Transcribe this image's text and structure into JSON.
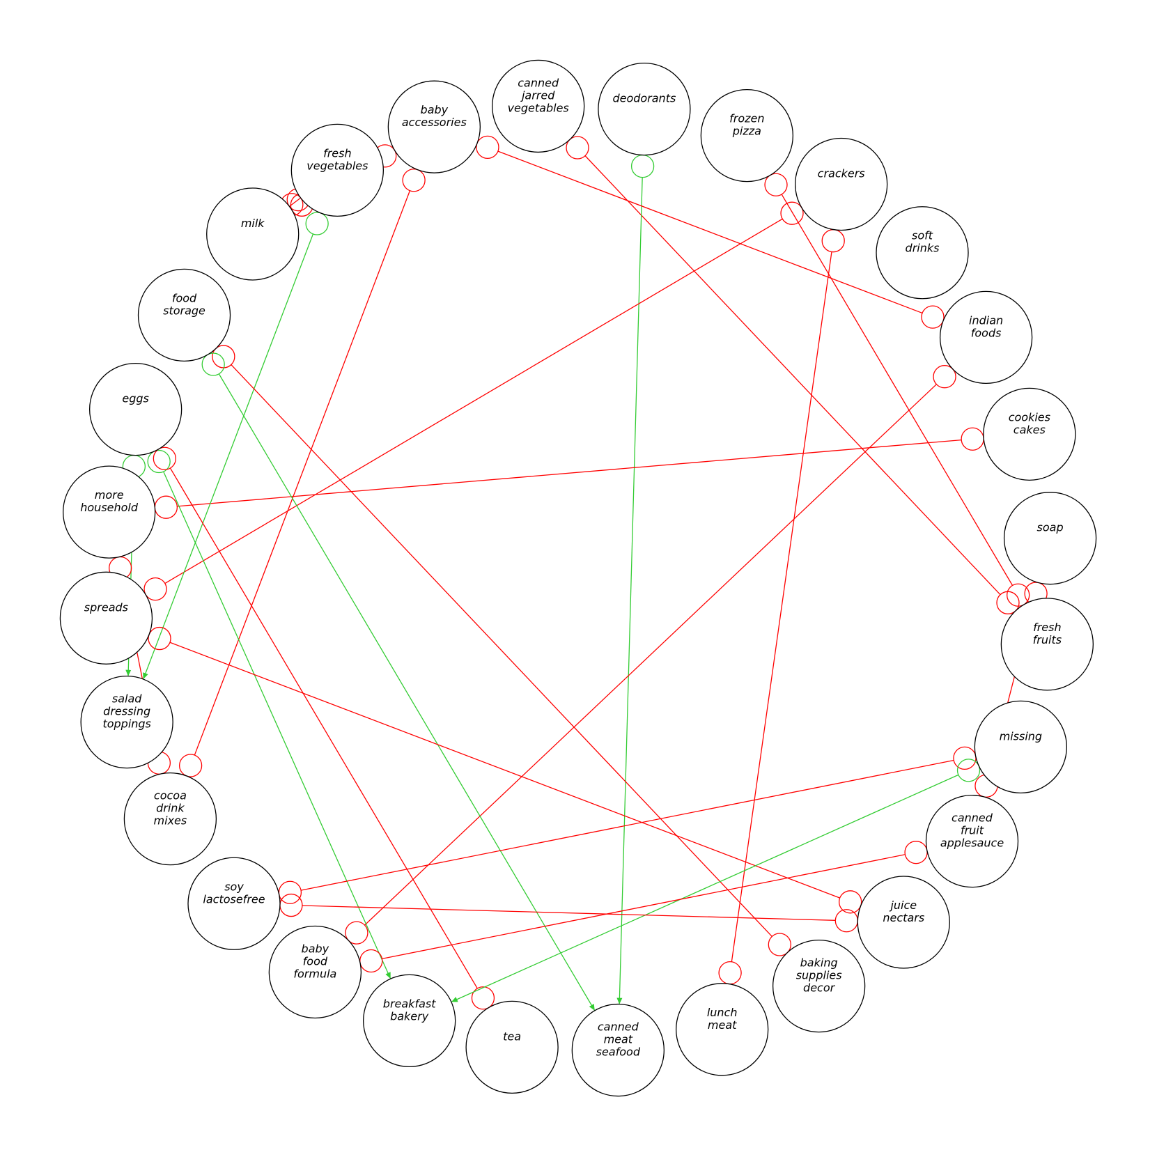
{
  "colors": {
    "inhibit": "#ff0000",
    "activate": "#33cc33",
    "node_stroke": "#000000"
  },
  "nodes": [
    {
      "id": "deodorants",
      "lines": [
        "deodorants"
      ]
    },
    {
      "id": "frozen-pizza",
      "lines": [
        "frozen",
        "pizza"
      ]
    },
    {
      "id": "crackers",
      "lines": [
        "crackers"
      ]
    },
    {
      "id": "soft-drinks",
      "lines": [
        "soft",
        "drinks"
      ]
    },
    {
      "id": "indian-foods",
      "lines": [
        "indian",
        "foods"
      ]
    },
    {
      "id": "cookies-cakes",
      "lines": [
        "cookies",
        "cakes"
      ]
    },
    {
      "id": "soap",
      "lines": [
        "soap"
      ]
    },
    {
      "id": "fresh-fruits",
      "lines": [
        "fresh",
        "fruits"
      ]
    },
    {
      "id": "missing",
      "lines": [
        "missing"
      ]
    },
    {
      "id": "canned-fruit-applesauce",
      "lines": [
        "canned",
        "fruit",
        "applesauce"
      ]
    },
    {
      "id": "juice-nectars",
      "lines": [
        "juice",
        "nectars"
      ]
    },
    {
      "id": "baking-supplies-decor",
      "lines": [
        "baking",
        "supplies",
        "decor"
      ]
    },
    {
      "id": "lunch-meat",
      "lines": [
        "lunch",
        "meat"
      ]
    },
    {
      "id": "canned-meat-seafood",
      "lines": [
        "canned",
        "meat",
        "seafood"
      ]
    },
    {
      "id": "tea",
      "lines": [
        "tea"
      ]
    },
    {
      "id": "breakfast-bakery",
      "lines": [
        "breakfast",
        "bakery"
      ]
    },
    {
      "id": "baby-food-formula",
      "lines": [
        "baby",
        "food",
        "formula"
      ]
    },
    {
      "id": "soy-lactosefree",
      "lines": [
        "soy",
        "lactosefree"
      ]
    },
    {
      "id": "cocoa-drink-mixes",
      "lines": [
        "cocoa",
        "drink",
        "mixes"
      ]
    },
    {
      "id": "salad-dressing-toppings",
      "lines": [
        "salad",
        "dressing",
        "toppings"
      ]
    },
    {
      "id": "spreads",
      "lines": [
        "spreads"
      ]
    },
    {
      "id": "more-household",
      "lines": [
        "more",
        "household"
      ]
    },
    {
      "id": "eggs",
      "lines": [
        "eggs"
      ]
    },
    {
      "id": "food-storage",
      "lines": [
        "food",
        "storage"
      ]
    },
    {
      "id": "milk",
      "lines": [
        "milk"
      ]
    },
    {
      "id": "fresh-vegetables",
      "lines": [
        "fresh",
        "vegetables"
      ]
    },
    {
      "id": "baby-accessories",
      "lines": [
        "baby",
        "accessories"
      ]
    },
    {
      "id": "canned-jarred-vegetables",
      "lines": [
        "canned",
        "jarred",
        "vegetables"
      ]
    }
  ],
  "edges": [
    {
      "from": "canned-jarred-vegetables",
      "to": "fresh-fruits",
      "type": "inhibit"
    },
    {
      "from": "deodorants",
      "to": "canned-meat-seafood",
      "type": "activate"
    },
    {
      "from": "frozen-pizza",
      "to": "fresh-fruits",
      "type": "inhibit"
    },
    {
      "from": "crackers",
      "to": "spreads",
      "type": "inhibit"
    },
    {
      "from": "crackers",
      "to": "lunch-meat",
      "type": "inhibit"
    },
    {
      "from": "baby-accessories",
      "to": "indian-foods",
      "type": "inhibit"
    },
    {
      "from": "baby-accessories",
      "to": "milk",
      "type": "inhibit"
    },
    {
      "from": "baby-accessories",
      "to": "cocoa-drink-mixes",
      "type": "inhibit"
    },
    {
      "from": "indian-foods",
      "to": "baby-food-formula",
      "type": "inhibit"
    },
    {
      "from": "cookies-cakes",
      "to": "more-household",
      "type": "inhibit"
    },
    {
      "from": "fresh-vegetables",
      "to": "salad-dressing-toppings",
      "type": "activate"
    },
    {
      "from": "fresh-vegetables",
      "to": "milk",
      "type": "inhibit"
    },
    {
      "from": "food-storage",
      "to": "baking-supplies-decor",
      "type": "inhibit"
    },
    {
      "from": "food-storage",
      "to": "canned-meat-seafood",
      "type": "activate"
    },
    {
      "from": "eggs",
      "to": "salad-dressing-toppings",
      "type": "activate"
    },
    {
      "from": "eggs",
      "to": "breakfast-bakery",
      "type": "activate"
    },
    {
      "from": "eggs",
      "to": "tea",
      "type": "inhibit"
    },
    {
      "from": "more-household",
      "to": "cocoa-drink-mixes",
      "type": "inhibit"
    },
    {
      "from": "spreads",
      "to": "juice-nectars",
      "type": "inhibit"
    },
    {
      "from": "soap",
      "to": "canned-fruit-applesauce",
      "type": "inhibit"
    },
    {
      "from": "missing",
      "to": "soy-lactosefree",
      "type": "inhibit"
    },
    {
      "from": "missing",
      "to": "breakfast-bakery",
      "type": "activate"
    },
    {
      "from": "canned-fruit-applesauce",
      "to": "baby-food-formula",
      "type": "inhibit"
    },
    {
      "from": "juice-nectars",
      "to": "soy-lactosefree",
      "type": "inhibit"
    }
  ]
}
